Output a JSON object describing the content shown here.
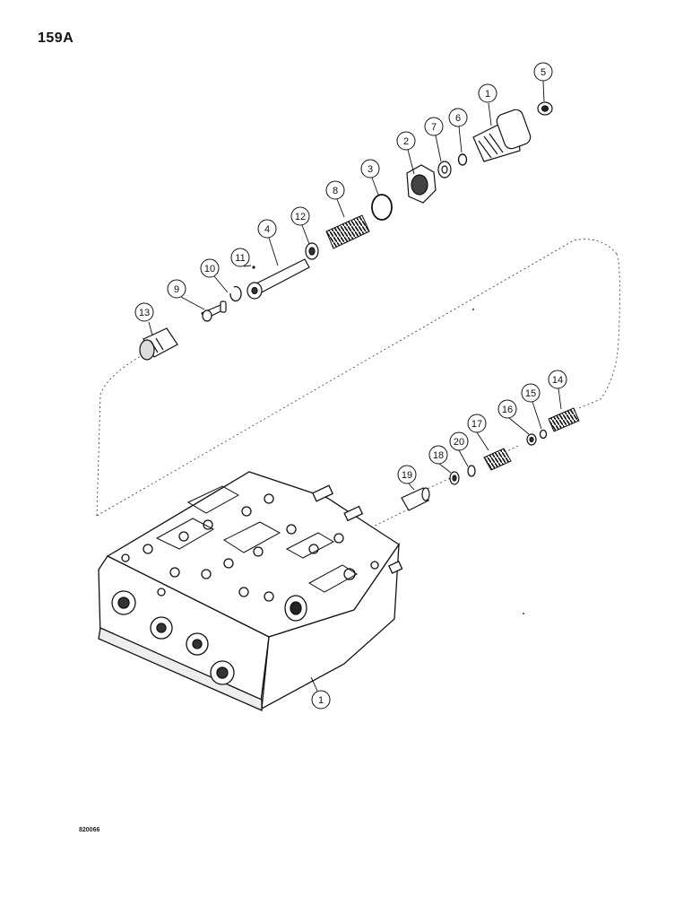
{
  "page_label": "159A",
  "doc_code": "820066",
  "callouts": [
    "1",
    "2",
    "3",
    "4",
    "5",
    "6",
    "7",
    "8",
    "9",
    "10",
    "11",
    "12",
    "13",
    "14",
    "15",
    "16",
    "17",
    "18",
    "19",
    "20"
  ],
  "icons": {
    "assembly": "control-valve-assembly-icon",
    "fitting": "fitting-icon",
    "nut": "hex-nut-icon",
    "spring": "coil-spring-icon",
    "seal": "o-ring-icon"
  }
}
